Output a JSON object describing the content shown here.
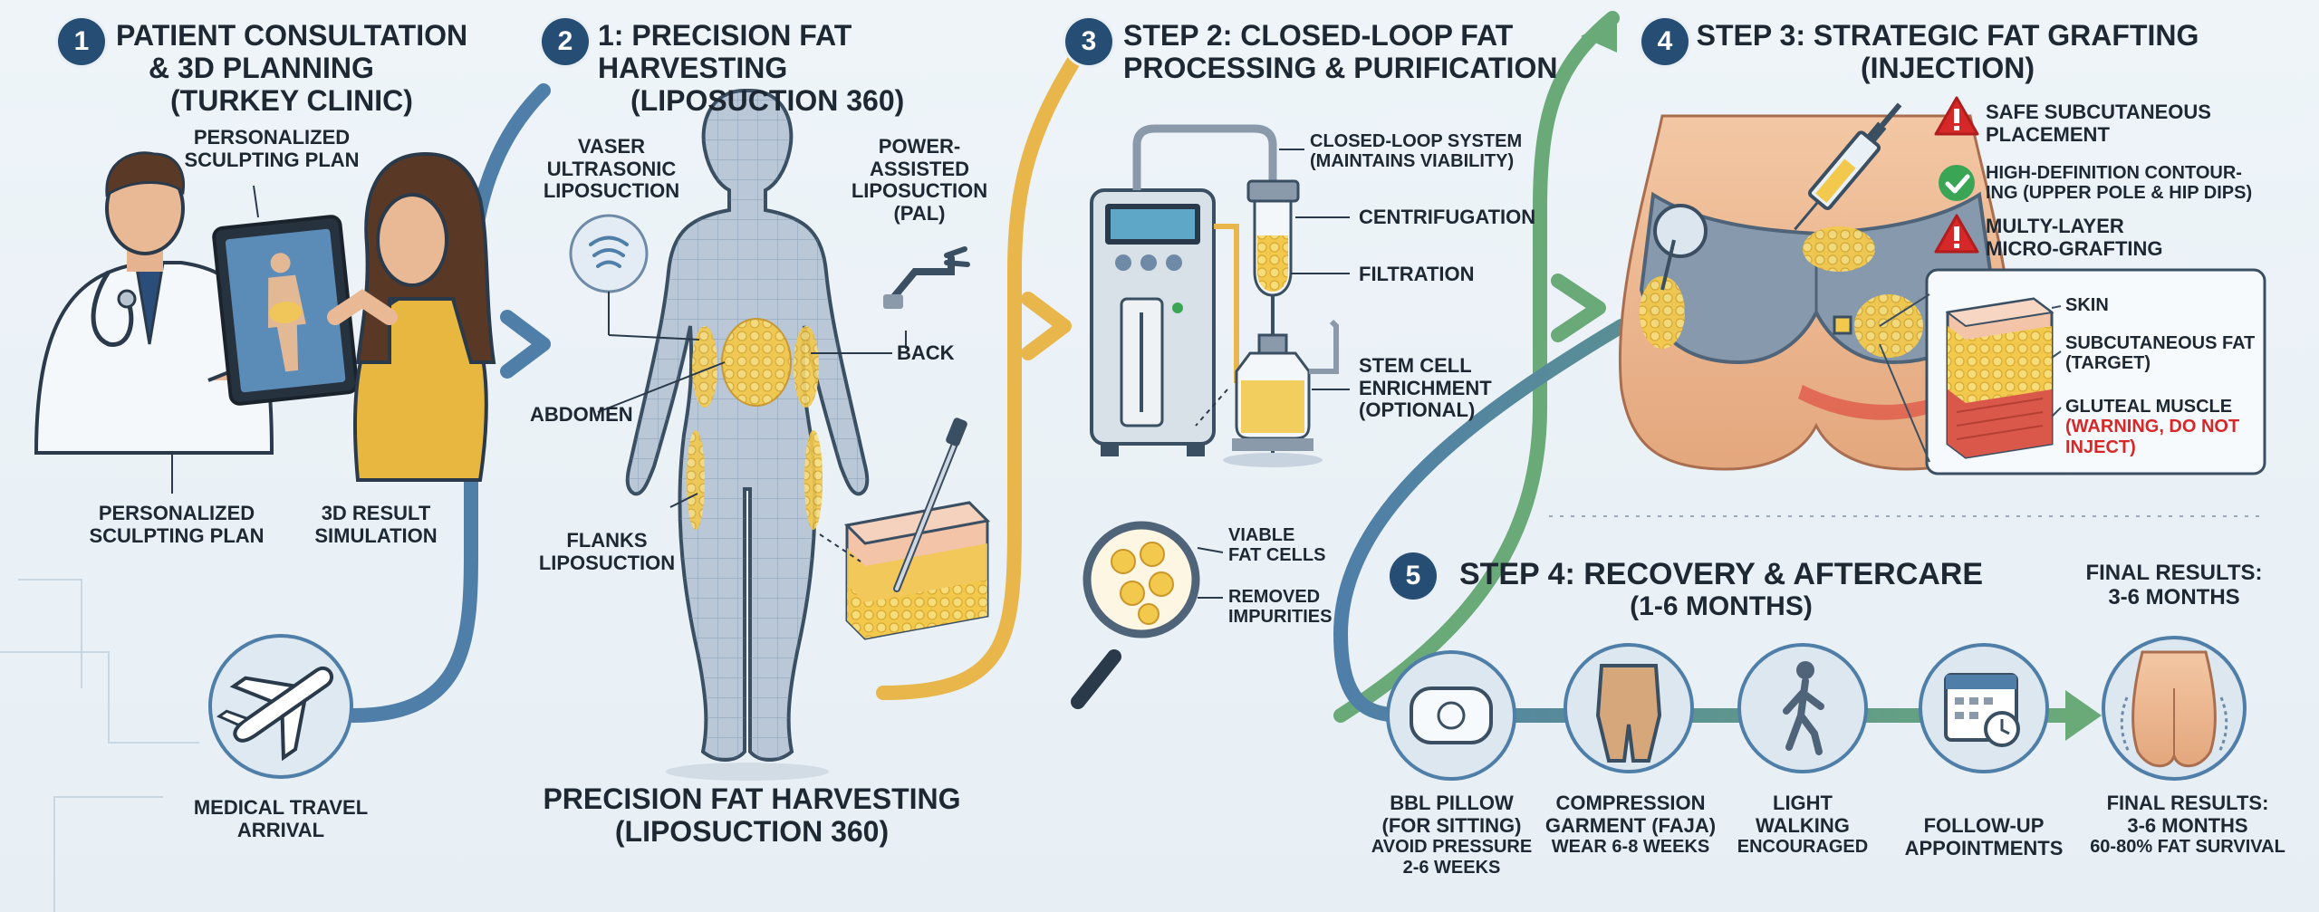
{
  "step1": {
    "number": "1",
    "title_line1": "Patient Consultation",
    "title_line2": "& 3D Planning",
    "title_line3": "(Turkey Clinic)",
    "tablet_label_line1": "Personalized",
    "tablet_label_line2": "Sculpting Plan",
    "bottom_left_line1": "Personalized",
    "bottom_left_line2": "Sculpting Plan",
    "bottom_right_line1": "3D Result",
    "bottom_right_line2": "Simulation",
    "travel_line1": "Medical Travel",
    "travel_line2": "Arrival"
  },
  "step2": {
    "number": "2",
    "title_line1": "1: Precision Fat Harvesting",
    "title_line2": "(Liposuction 360)",
    "vaser_line1": "Vaser",
    "vaser_line2": "Ultrasonic",
    "vaser_line3": "Liposuction",
    "pal_line1": "Power-",
    "pal_line2": "Assisted",
    "pal_line3": "Liposuction",
    "pal_line4": "(PAL)",
    "back": "Back",
    "abdomen": "Abdomen",
    "flanks_line1": "Flanks",
    "flanks_line2": "Liposuction",
    "caption_line1": "Precision Fat Harvesting",
    "caption_line2": "(Liposuction 360)"
  },
  "step3": {
    "number": "3",
    "title_line1": "Step 2: Closed-Loop Fat",
    "title_line2": "Processing & Purification",
    "closed_loop_line1": "Closed-Loop System",
    "closed_loop_line2": "(Maintains Viability)",
    "centrifugation": "Centrifugation",
    "filtration": "Filtration",
    "stem_line1": "Stem Cell",
    "stem_line2": "Enrichment",
    "stem_line3": "(Optional)",
    "viable_line1": "Viable",
    "viable_line2": "Fat Cells",
    "removed_line1": "Removed",
    "removed_line2": "Impurities"
  },
  "step4": {
    "number": "4",
    "title_line1": "Step 3: Strategic Fat Grafting",
    "title_line2": "(Injection)",
    "safe_line1": "Safe Subcutaneous",
    "safe_line2": "Placement",
    "hd_line1": "High-Definition Contour-",
    "hd_line2": "ing (Upper Pole & Hip Dips)",
    "multi_line1": "Multy-Layer",
    "multi_line2": "Micro-Grafting",
    "skin": "Skin",
    "subq_line1": "Subcutaneous Fat",
    "subq_line2": "(Target)",
    "gluteal": "Gluteal Muscle",
    "warning_line1": "(Warning, Do Not",
    "warning_line2": "Inject)"
  },
  "step5": {
    "number": "5",
    "title_line1": "Step 4: Recovery & Aftercare",
    "title_line2": "(1-6 Months)",
    "top_final_line1": "Final Results:",
    "top_final_line2": "3-6 Months",
    "items": [
      {
        "line1": "BBL Pillow",
        "line2": "(For Sitting)",
        "line3": "Avoid Pressure",
        "line4": "2-6 Weeks"
      },
      {
        "line1": "Compression",
        "line2": "Garment (Faja)",
        "line3": "Wear 6-8 Weeks"
      },
      {
        "line1": "Light",
        "line2": "Walking",
        "line3": "Encouraged"
      },
      {
        "line1": "Follow-Up",
        "line2": "Appointments"
      },
      {
        "line1": "Final Results:",
        "line2": "3-6 Months",
        "line3": "60-80% Fat Survival"
      }
    ]
  },
  "colors": {
    "badge": "#264d73",
    "arrow_blue": "#4f7ea8",
    "arrow_yellow": "#e8b64a",
    "arrow_green": "#6aaa78",
    "fat_yellow": "#f2c94c",
    "warning_red": "#d62828",
    "check_green": "#3aa655"
  }
}
